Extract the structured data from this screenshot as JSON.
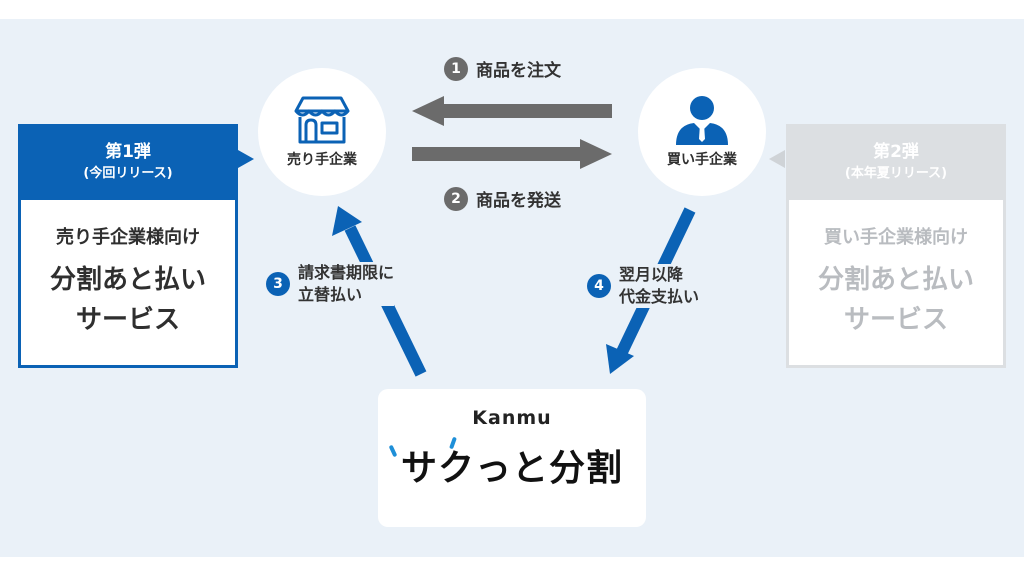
{
  "phase1": {
    "title": "第1弾",
    "subtitle": "(今回リリース)",
    "target": "売り手企業様向け",
    "service_line1": "分割あと払い",
    "service_line2": "サービス",
    "color": "#0b62b5"
  },
  "phase2": {
    "title": "第2弾",
    "subtitle": "(本年夏リリース)",
    "target": "買い手企業様向け",
    "service_line1": "分割あと払い",
    "service_line2": "サービス",
    "color": "#dcdfe2"
  },
  "seller": {
    "label": "売り手企業",
    "icon": "store-icon"
  },
  "buyer": {
    "label": "買い手企業",
    "icon": "person-icon"
  },
  "steps": [
    {
      "num": "1",
      "label": "商品を注文"
    },
    {
      "num": "2",
      "label": "商品を発送"
    },
    {
      "num": "3",
      "line1": "請求書期限に",
      "line2": "立替払い"
    },
    {
      "num": "4",
      "line1": "翌月以降",
      "line2": "代金支払い"
    }
  ],
  "service": {
    "company": "Kanmu",
    "product": "サクっと分割"
  },
  "colors": {
    "background": "#eaf1f8",
    "accent": "#0b62b5",
    "arrow_gray": "#6b6b6b"
  }
}
